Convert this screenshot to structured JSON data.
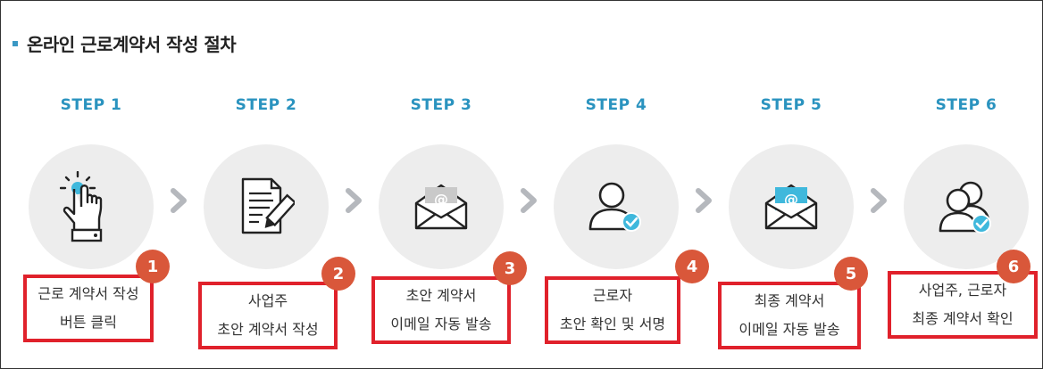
{
  "section": {
    "title": "온라인 근로계약서 작성 절차"
  },
  "colors": {
    "step_label": "#2a93bf",
    "circle_bg": "#ededed",
    "box_border": "#e0212b",
    "badge_bg": "#d9573a",
    "icon_accent": "#3fb8dc"
  },
  "steps": [
    {
      "label": "STEP 1",
      "icon": "tap-finger-icon",
      "badge": "1",
      "lines": [
        "근로 계약서 작성",
        "버튼 클릭"
      ]
    },
    {
      "label": "STEP 2",
      "icon": "document-pen-icon",
      "badge": "2",
      "lines": [
        "사업주",
        "초안 계약서 작성"
      ]
    },
    {
      "label": "STEP 3",
      "icon": "envelope-gray-icon",
      "badge": "3",
      "lines": [
        "초안 계약서",
        "이메일 자동 발송"
      ]
    },
    {
      "label": "STEP 4",
      "icon": "user-check-icon",
      "badge": "4",
      "lines": [
        "근로자",
        "초안 확인 및 서명"
      ]
    },
    {
      "label": "STEP 5",
      "icon": "envelope-blue-icon",
      "badge": "5",
      "lines": [
        "최종 계약서",
        "이메일 자동 발송"
      ]
    },
    {
      "label": "STEP 6",
      "icon": "users-check-icon",
      "badge": "6",
      "lines": [
        "사업주, 근로자",
        "최종 계약서 확인"
      ]
    }
  ]
}
